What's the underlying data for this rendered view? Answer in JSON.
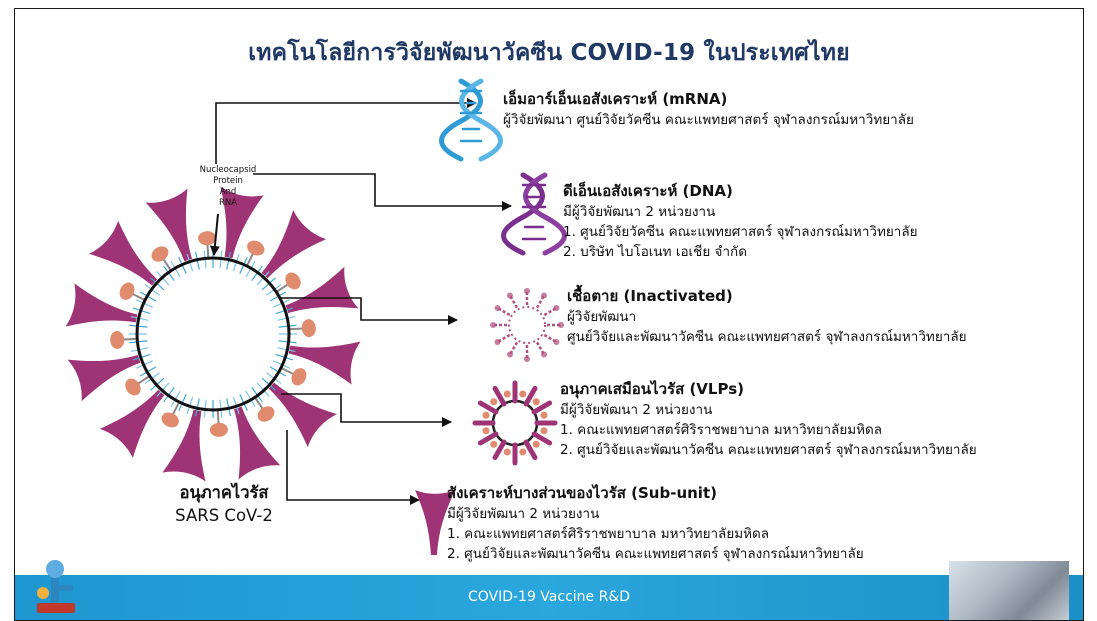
{
  "title": "เทคโนโลยีการวิจัยพัฒนาวัคซีน COVID-19 ในประเทศไทย",
  "virus_label_line1": "อนุภาคไวรัส",
  "virus_label_line2": "SARS CoV-2",
  "nucleocapsid_lines": [
    "Nucleocapsid",
    "Protein",
    "And",
    "RNA"
  ],
  "colors": {
    "title": "#1f3864",
    "spike": "#9e3475",
    "knob": "#e08a6e",
    "mrna_helix": "#2e9bd6",
    "dna_helix": "#7a2f8e",
    "footer": "#2aa7dd"
  },
  "technologies": [
    {
      "heading": "เอ็มอาร์เอ็นเอสังเคราะห์ (mRNA)",
      "lines": [
        "ผู้วิจัยพัฒนา ศูนย์วิจัยวัคซีน คณะแพทยศาสตร์ จุฬาลงกรณ์มหาวิทยาลัย"
      ],
      "icon": "mrna-helix-icon"
    },
    {
      "heading": "ดีเอ็นเอสังเคราะห์ (DNA)",
      "lines": [
        "มีผู้วิจัยพัฒนา 2 หน่วยงาน",
        "1. ศูนย์วิจัยวัคซีน คณะแพทยศาสตร์ จุฬาลงกรณ์มหาวิทยาลัย",
        "2. บริษัท ไบโอเนท เอเชีย จำกัด"
      ],
      "icon": "dna-helix-icon"
    },
    {
      "heading": "เชื้อตาย (Inactivated)",
      "lines": [
        "ผู้วิจัยพัฒนา",
        "ศูนย์วิจัยและพัฒนาวัคซีน คณะแพทยศาสตร์ จุฬาลงกรณ์มหาวิทยาลัย"
      ],
      "icon": "inactivated-virus-icon"
    },
    {
      "heading": "อนุภาคเสมือนไวรัส (VLPs)",
      "lines": [
        "มีผู้วิจัยพัฒนา 2 หน่วยงาน",
        "1. คณะแพทยศาสตร์ศิริราชพยาบาล มหาวิทยาลัยมหิดล",
        "2. ศูนย์วิจัยและพัฒนาวัคซีน คณะแพทยศาสตร์ จุฬาลงกรณ์มหาวิทยาลัย"
      ],
      "icon": "vlp-virus-icon"
    },
    {
      "heading": "สังเคราะห์บางส่วนของไวรัส (Sub-unit)",
      "lines": [
        "มีผู้วิจัยพัฒนา 2 หน่วยงาน",
        "1. คณะแพทยศาสตร์ศิริราชพยาบาล มหาวิทยาลัยมหิดล",
        "2. ศูนย์วิจัยและพัฒนาวัคซีน คณะแพทยศาสตร์ จุฬาลงกรณ์มหาวิทยาลัย"
      ],
      "icon": "spike-protein-icon"
    }
  ],
  "footer": {
    "text": "COVID-19 Vaccine R&D"
  }
}
